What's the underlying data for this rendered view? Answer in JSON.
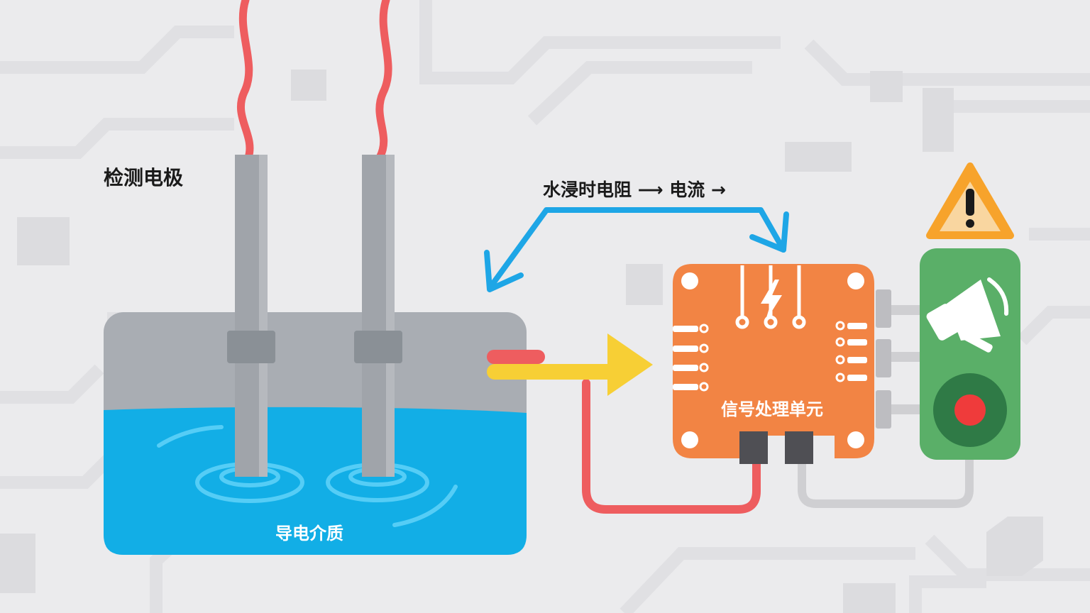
{
  "labels": {
    "electrode": "检测电极",
    "flow": "水浸时电阻 ⟶ 电流 →",
    "medium": "导电介质",
    "processing_unit": "信号处理单元"
  },
  "icons": {
    "warning": "warning-triangle-icon",
    "bolt": "lightning-bolt-icon",
    "speaker": "megaphone-icon",
    "alarm_light": "red-indicator-light-icon"
  },
  "colors": {
    "water": "#12aee6",
    "housing": "#a9adb3",
    "electrode": "#a0a4aa",
    "wire": "#ee5d5f",
    "signal_arrow": "#f7cf35",
    "feedback_arrow": "#1ea6e6",
    "processing_unit": "#f28444",
    "alarm_panel": "#5aaf68",
    "warning": "#f7a32b"
  }
}
